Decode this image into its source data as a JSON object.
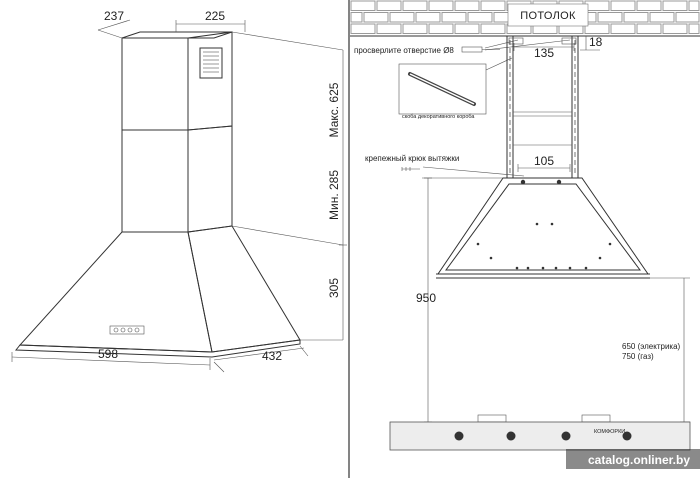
{
  "left_view": {
    "dims": {
      "top_depth": "237",
      "top_width": "225",
      "min_height": "Мин. 285",
      "max_height": "Макс. 625",
      "hood_height": "305",
      "hood_width": "598",
      "hood_depth": "432"
    }
  },
  "right_view": {
    "ceiling_label": "ПОТОЛОК",
    "drill_note": "просверлите отверстие Ø8",
    "bracket_note": "скоба декоративного короба",
    "hook_note": "крепежный крюк вытяжки",
    "dims": {
      "hole_spacing": "135",
      "ceiling_offset": "18",
      "hook_spacing": "105",
      "total_height": "950",
      "clearance_electric": "650 (электрика)",
      "clearance_gas": "750 (газ)"
    },
    "hob_label": "КОМФОРКИ"
  },
  "watermark": "catalog.onliner.by",
  "colors": {
    "line": "#333333",
    "brick": "#9a9a9a",
    "hob": "#ededed"
  }
}
